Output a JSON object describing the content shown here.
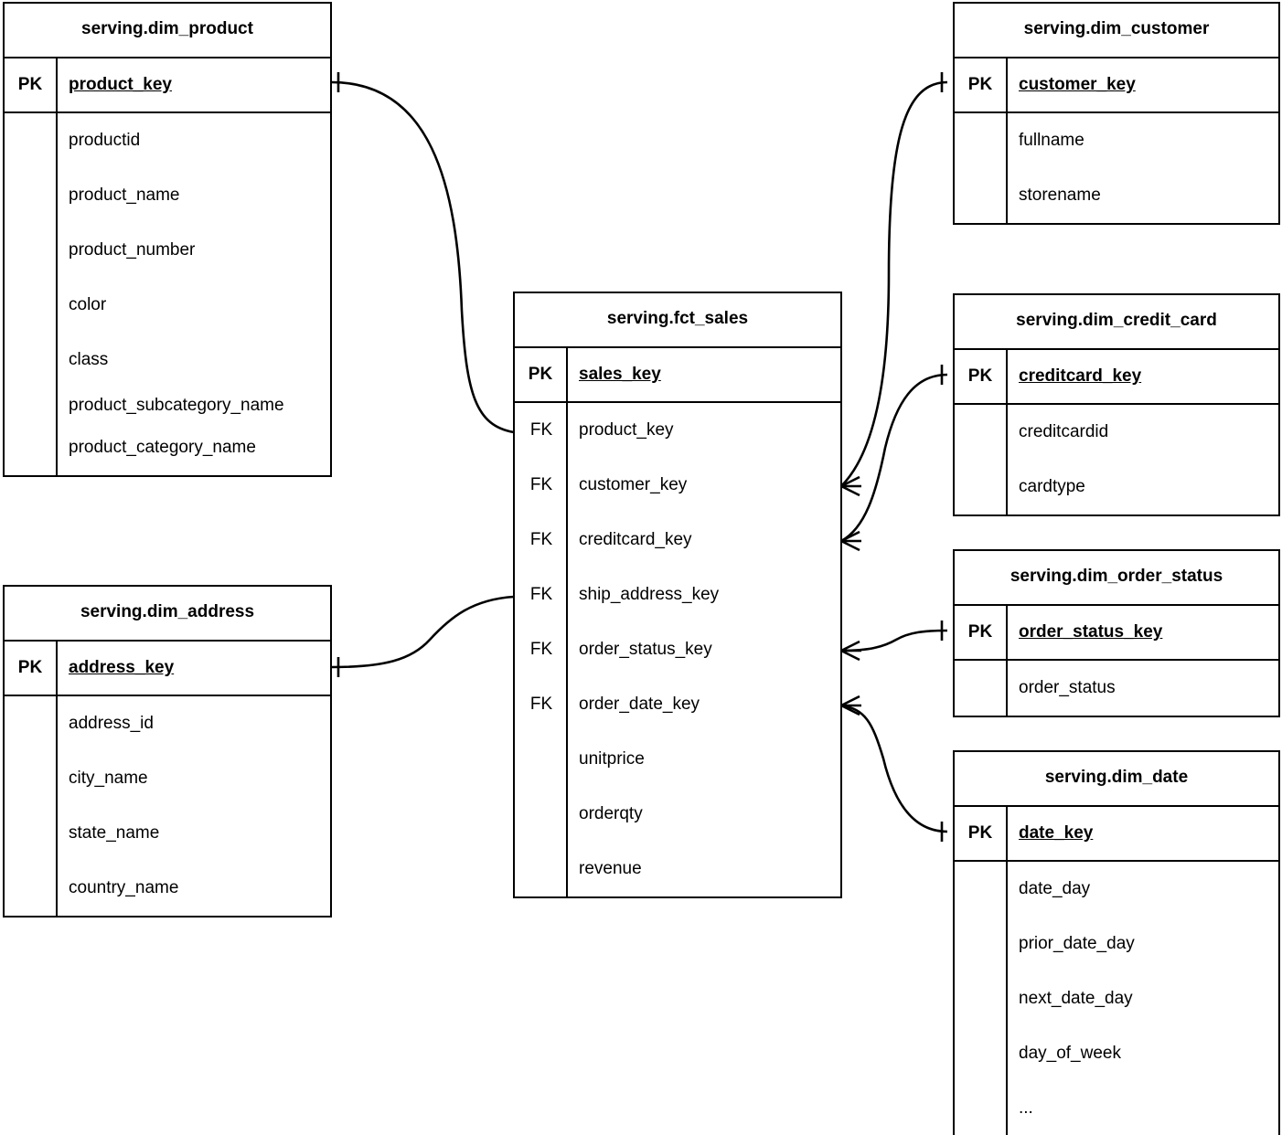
{
  "diagram": {
    "type": "entity-relationship-diagram",
    "notation": "crows-foot",
    "background_color": "#ffffff",
    "line_color": "#000000",
    "key_labels": {
      "primary": "PK",
      "foreign": "FK"
    }
  },
  "entities": {
    "dim_product": {
      "title": "serving.dim_product",
      "pk_tag": "PK",
      "pk_field": "product_key",
      "fields": [
        "productid",
        "product_name",
        "product_number",
        "color",
        "class",
        "product_subcategory_name",
        "product_category_name"
      ]
    },
    "dim_address": {
      "title": "serving.dim_address",
      "pk_tag": "PK",
      "pk_field": "address_key",
      "fields": [
        "address_id",
        "city_name",
        "state_name",
        "country_name"
      ]
    },
    "fct_sales": {
      "title": "serving.fct_sales",
      "pk_tag": "PK",
      "pk_field": "sales_key",
      "fk_tag": "FK",
      "fk_fields": [
        "product_key",
        "customer_key",
        "creditcard_key",
        "ship_address_key",
        "order_status_key",
        "order_date_key"
      ],
      "measure_fields": [
        "unitprice",
        "orderqty",
        "revenue"
      ]
    },
    "dim_customer": {
      "title": "serving.dim_customer",
      "pk_tag": "PK",
      "pk_field": "customer_key",
      "fields": [
        "fullname",
        "storename"
      ]
    },
    "dim_credit_card": {
      "title": "serving.dim_credit_card",
      "pk_tag": "PK",
      "pk_field": "creditcard_key",
      "fields": [
        "creditcardid",
        "cardtype"
      ]
    },
    "dim_order_status": {
      "title": "serving.dim_order_status",
      "pk_tag": "PK",
      "pk_field": "order_status_key",
      "fields": [
        "order_status"
      ]
    },
    "dim_date": {
      "title": "serving.dim_date",
      "pk_tag": "PK",
      "pk_field": "date_key",
      "fields": [
        "date_day",
        "prior_date_day",
        "next_date_day",
        "day_of_week",
        "..."
      ]
    }
  },
  "relationships": [
    {
      "from": "dim_product.product_key",
      "to": "fct_sales.product_key",
      "from_cardinality": "one",
      "to_cardinality": "many"
    },
    {
      "from": "dim_address.address_key",
      "to": "fct_sales.ship_address_key",
      "from_cardinality": "one",
      "to_cardinality": "many"
    },
    {
      "from": "dim_customer.customer_key",
      "to": "fct_sales.customer_key",
      "from_cardinality": "one",
      "to_cardinality": "many"
    },
    {
      "from": "dim_credit_card.creditcard_key",
      "to": "fct_sales.creditcard_key",
      "from_cardinality": "one",
      "to_cardinality": "many"
    },
    {
      "from": "dim_order_status.order_status_key",
      "to": "fct_sales.order_status_key",
      "from_cardinality": "one",
      "to_cardinality": "many"
    },
    {
      "from": "dim_date.date_key",
      "to": "fct_sales.order_date_key",
      "from_cardinality": "one",
      "to_cardinality": "many"
    }
  ]
}
